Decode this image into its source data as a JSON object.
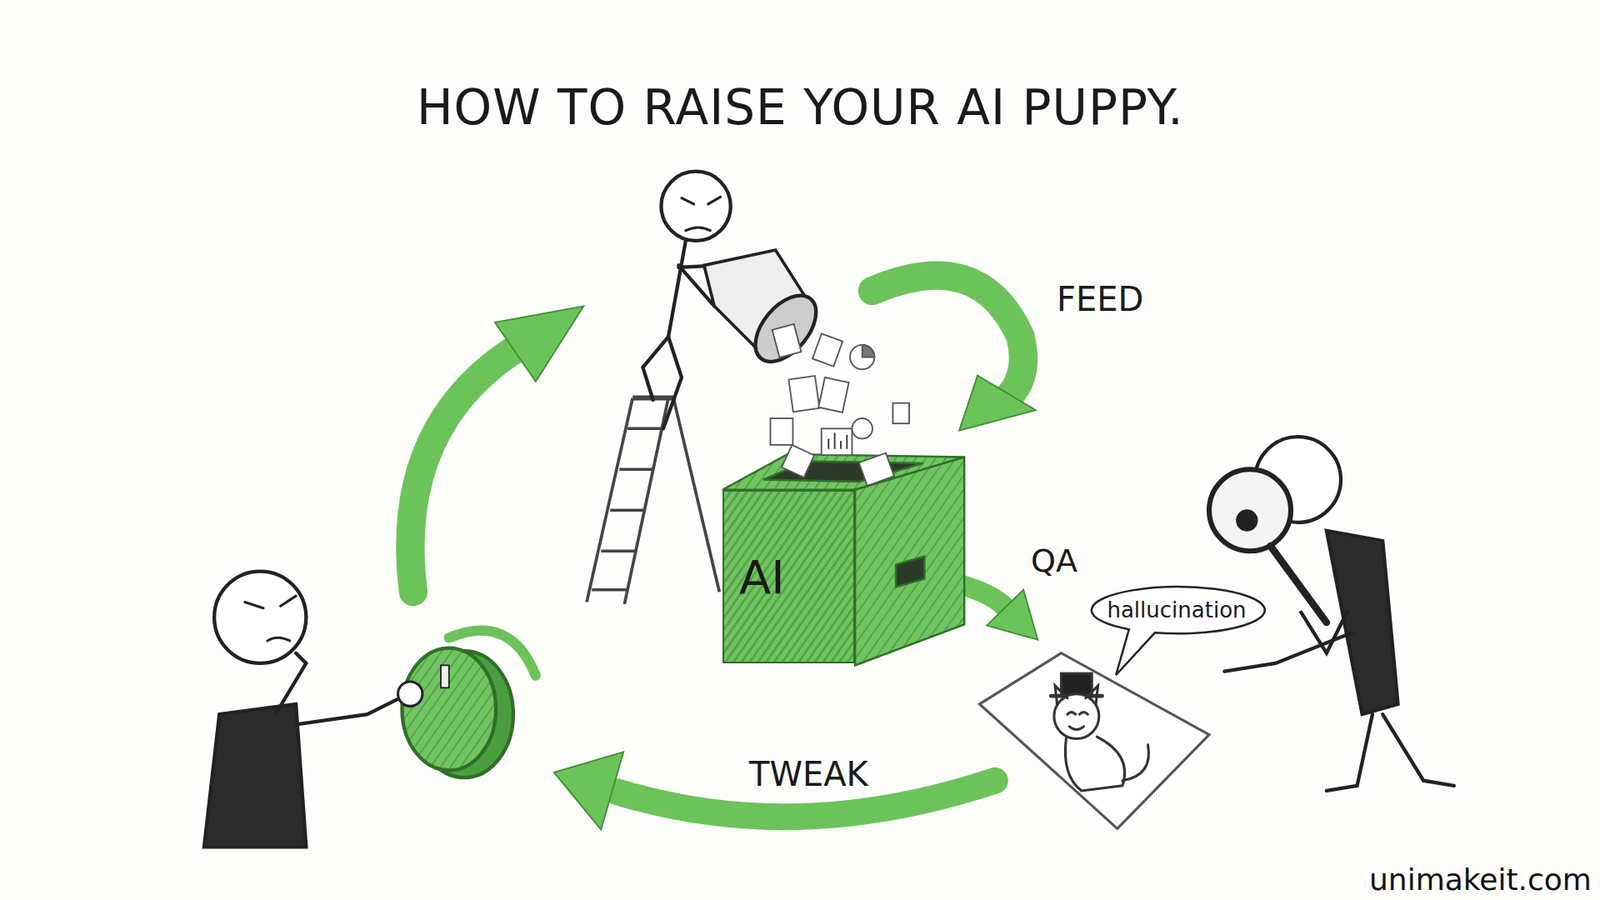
{
  "diagram": {
    "title": "HOW TO RAISE YOUR AI PUPPY.",
    "nodes": [
      {
        "text": [
          "AI"
        ]
      },
      {
        "text": [
          "hallucination"
        ]
      }
    ],
    "labels": [
      "FEED",
      "QA",
      "TWEAK",
      "unimakeit.com"
    ]
  }
}
